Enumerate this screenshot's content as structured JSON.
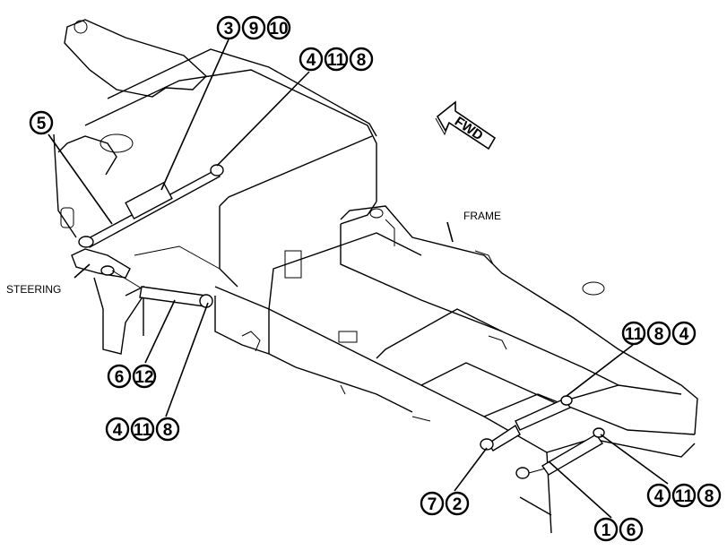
{
  "labels": {
    "frame": "FRAME",
    "steering": "STEERING",
    "forward_arrow": "FWD"
  },
  "callout_groups": [
    {
      "id": "g-3-9-10",
      "numbers": [
        "3",
        "9",
        "10"
      ]
    },
    {
      "id": "g-4-11-8-top",
      "numbers": [
        "4",
        "11",
        "8"
      ]
    },
    {
      "id": "g-5",
      "numbers": [
        "5"
      ]
    },
    {
      "id": "g-6-12",
      "numbers": [
        "6",
        "12"
      ]
    },
    {
      "id": "g-4-11-8-left",
      "numbers": [
        "4",
        "11",
        "8"
      ]
    },
    {
      "id": "g-11-8-4-right",
      "numbers": [
        "11",
        "8",
        "4"
      ]
    },
    {
      "id": "g-7-2",
      "numbers": [
        "7",
        "2"
      ]
    },
    {
      "id": "g-1-6",
      "numbers": [
        "1",
        "6"
      ]
    },
    {
      "id": "g-4-11-8-right",
      "numbers": [
        "4",
        "11",
        "8"
      ]
    }
  ]
}
